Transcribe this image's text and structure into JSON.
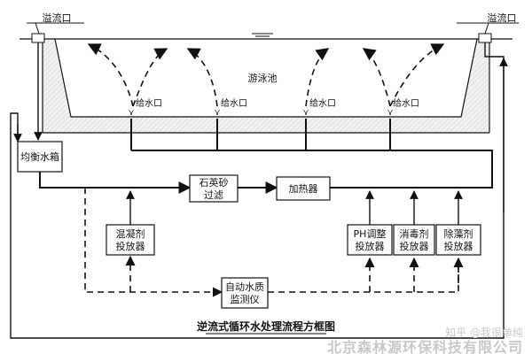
{
  "diagram": {
    "title": "逆流式循环水处理流程方框图",
    "overflow_left": "溢流口",
    "overflow_right": "溢流口",
    "pool": "游泳池",
    "inlets": [
      "给水口",
      "给水口",
      "给水口",
      "给水口"
    ],
    "balance_tank": "均衡水箱",
    "sand_filter": [
      "石英砂",
      "过滤"
    ],
    "heater": "加热器",
    "coagulant": [
      "混凝剂",
      "投放器"
    ],
    "ph": [
      "PH调整",
      "投放器"
    ],
    "disinfectant": [
      "消毒剂",
      "投放器"
    ],
    "algae": [
      "除藻剂",
      "投放器"
    ],
    "monitor": [
      "自动水质",
      "监测仪"
    ]
  },
  "watermark": {
    "line1": "知乎 @我很单纯",
    "line2": "北京森林源环保科技有限公司"
  },
  "colors": {
    "line": "#111111",
    "pool_fill": "#eeeeee",
    "watermark": "#c8c8c8"
  }
}
